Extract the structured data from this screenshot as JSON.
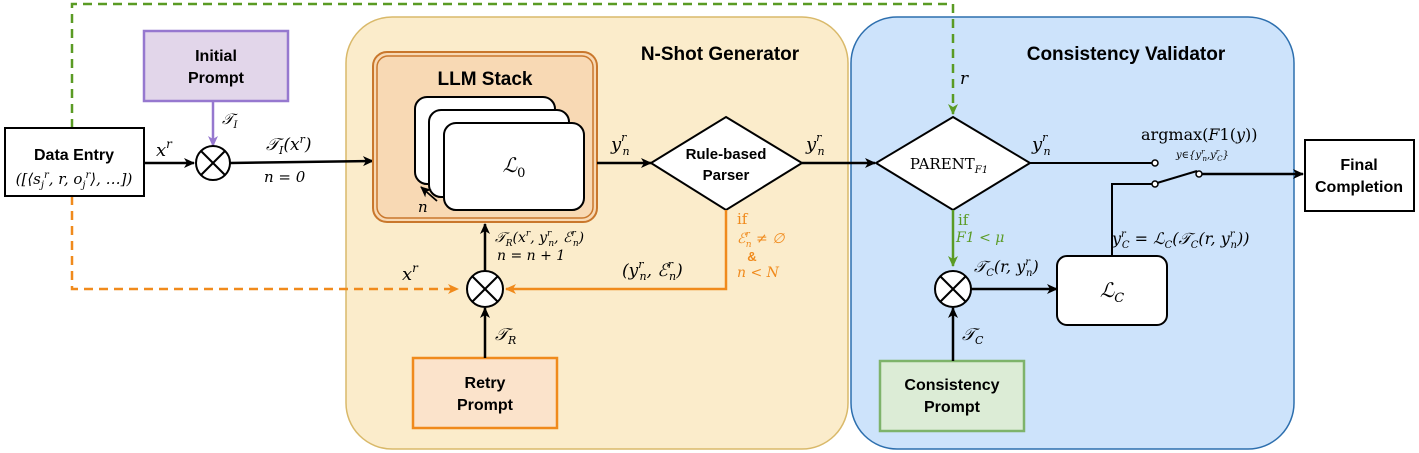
{
  "colors": {
    "generator_fill": "#fbeccb",
    "generator_stroke": "#d9b96a",
    "validator_fill": "#cde3fb",
    "validator_stroke": "#2d6fae",
    "llm_outer_fill": "#f8d9b4",
    "llm_stroke": "#c9772c",
    "initial_fill": "#e2d6ea",
    "initial_stroke": "#9678cf",
    "retry_fill": "#fbe3cb",
    "retry_stroke": "#f08a1c",
    "consistency_fill": "#dcecd6",
    "consistency_stroke": "#7eb36b",
    "orange_edge": "#f08a1c",
    "green_edge": "#5a9b24",
    "purple_edge": "#9678cf"
  },
  "generator": {
    "title": "N-Shot Generator"
  },
  "validator": {
    "title": "Consistency Validator"
  },
  "llm_stack": {
    "title": "LLM Stack",
    "model": "ℒ₀",
    "loop": "n"
  },
  "initial_prompt": {
    "line1": "Initial",
    "line2": "Prompt"
  },
  "data_entry": {
    "title": "Data Entry",
    "formula": "([⟨sʲʳ, r, oʲʳ⟩, …])"
  },
  "parser": {
    "line1": "Rule-based",
    "line2": "Parser"
  },
  "parent": {
    "name": "PARENT",
    "sub": "F1"
  },
  "retry_prompt": {
    "line1": "Retry",
    "line2": "Prompt"
  },
  "consistency_prompt": {
    "line1": "Consistency",
    "line2": "Prompt"
  },
  "lc_box": {
    "label": "ℒ",
    "sub": "C"
  },
  "final": {
    "line1": "Final",
    "line2": "Completion"
  },
  "labels": {
    "xr_1": "x",
    "ti": "𝒯",
    "ti_of_x": "𝒯",
    "n_zero": "n = 0",
    "yn": "y",
    "tr_full": "𝒯R(xʳ, yₙʳ, ℰₙʳ)",
    "n_inc": "n = n + 1",
    "xr_2": "x",
    "tr": "𝒯",
    "yn_en": "(yₙʳ, ℰₙʳ)",
    "if_orange": "if",
    "cond_e": "ℰₙʳ ≠ ∅",
    "amp": "&",
    "cond_n": "n < N",
    "r": "r",
    "if_green": "if",
    "cond_f1": "F1 < μ",
    "tc_of": "𝒯C(r, yₙʳ)",
    "tc": "𝒯",
    "yc_eq": "yCʳ = ℒC(𝒯C(r, yₙʳ))",
    "argmax": "argmax(F1(y))",
    "argmax_sub": "y∈{yₙʳ,yCʳ}"
  }
}
